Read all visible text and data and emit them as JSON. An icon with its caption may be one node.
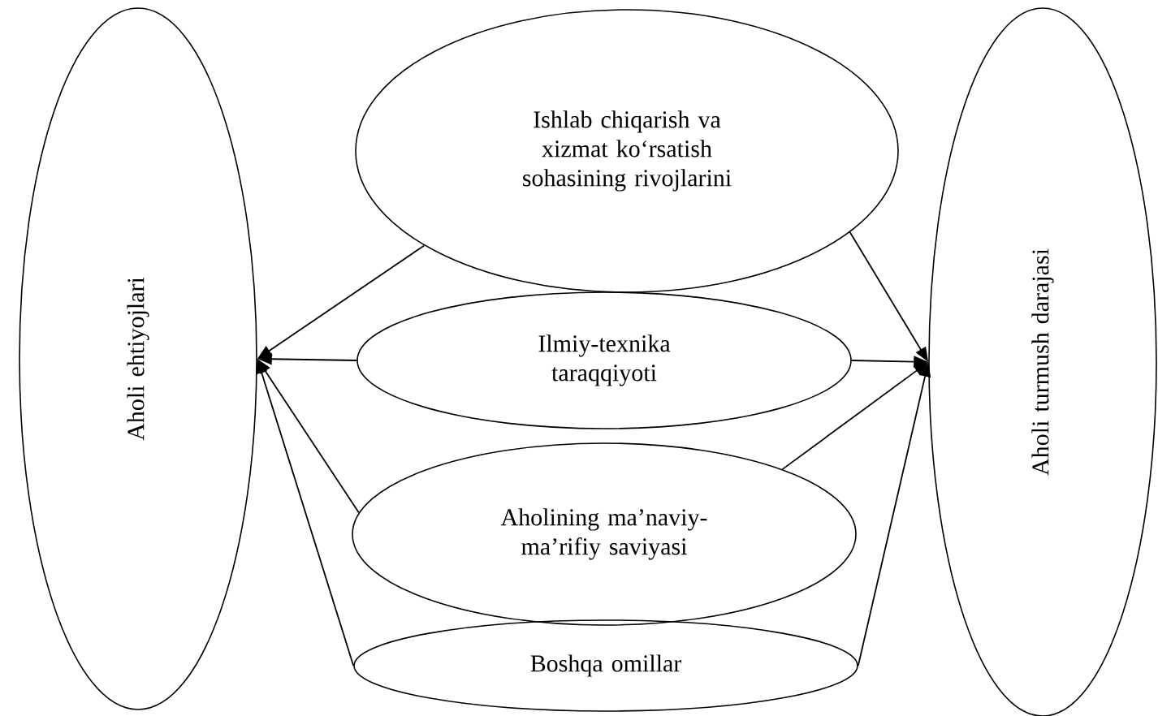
{
  "diagram": {
    "nodes": [
      {
        "text": [
          "Aholi ehtiyojlari"
        ]
      },
      {
        "text": [
          "Ishlab chiqarish va xizmat ko‘rsatish sohasining rivojlarini"
        ]
      },
      {
        "text": [
          "Ilmiy-texnika taraqqiyoti"
        ]
      },
      {
        "text": [
          "Aholining ma’naviy-ma’rifiy saviyasi"
        ]
      },
      {
        "text": [
          "Boshqa omillar"
        ]
      },
      {
        "text": [
          "Aholi turmush darajasi"
        ]
      }
    ],
    "edges": [
      {
        "from": 1,
        "to": 0,
        "arrow": "to"
      },
      {
        "from": 2,
        "to": 0,
        "arrow": "to"
      },
      {
        "from": 3,
        "to": 0,
        "arrow": "to"
      },
      {
        "from": 4,
        "to": 0,
        "arrow": "to"
      },
      {
        "from": 1,
        "to": 5,
        "arrow": "to"
      },
      {
        "from": 2,
        "to": 5,
        "arrow": "to"
      },
      {
        "from": 3,
        "to": 5,
        "arrow": "to"
      },
      {
        "from": 4,
        "to": 5,
        "arrow": "to"
      }
    ]
  }
}
